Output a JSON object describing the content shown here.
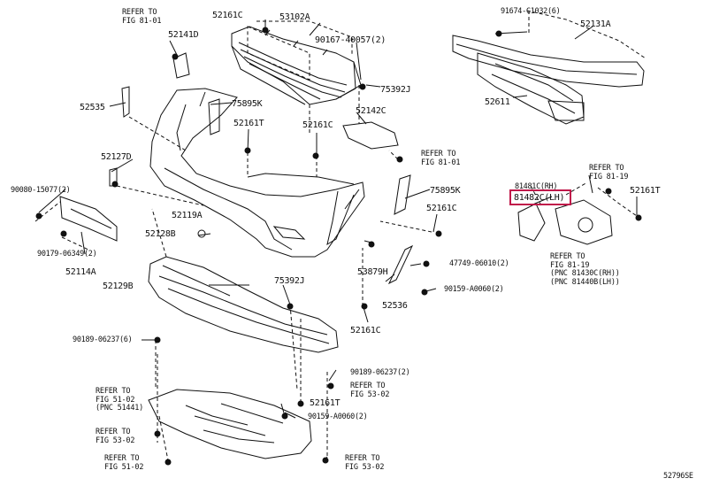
{
  "diagram_code": "52796SE",
  "highlight_color": "#c0184a",
  "ink_color": "#111111",
  "labels": {
    "p52161C_top": "52161C",
    "p53102A": "53102A",
    "p52141D": "52141D",
    "p90167": "90167-40057(2)",
    "p75392J_top": "75392J",
    "p91674": "91674-C1032(6)",
    "p52131A": "52131A",
    "p52611": "52611",
    "p52535": "52535",
    "p75895K_top": "75895K",
    "p52142C": "52142C",
    "p52161T_a": "52161T",
    "p52161C_mid": "52161C",
    "p52127D": "52127D",
    "p90080": "90080-15077(2)",
    "p52119A": "52119A",
    "p75895K_right": "75895K",
    "p52161C_right": "52161C",
    "p81481C_rh": "81481C(RH)",
    "p81482C_lh": "81482C(LH)",
    "p52161T_right": "52161T",
    "p52128B": "52128B",
    "p90179": "90179-06349(2)",
    "p52114A": "52114A",
    "p53879H": "53879H",
    "p47749": "47749-06010(2)",
    "p52129B": "52129B",
    "p75392J_mid": "75392J",
    "p52536": "52536",
    "p90159_a": "90159-A0060(2)",
    "p52161C_low": "52161C",
    "p90189_a": "90189-06237(6)",
    "p90189_b": "90189-06237(2)",
    "p52161T_low": "52161T",
    "p90159_b": "90159-A0060(2)"
  },
  "refs": {
    "fig81_01_top": [
      "REFER TO",
      "FIG 81-01"
    ],
    "fig81_01_mid": [
      "REFER TO",
      "FIG 81-01"
    ],
    "fig81_19_top": [
      "REFER TO",
      "FIG 81-19"
    ],
    "fig81_19_low": [
      "REFER TO",
      "FIG 81-19",
      "(PNC 81430C(RH))",
      "(PNC 81440B(LH))"
    ],
    "fig51_02_a": [
      "REFER TO",
      "FIG 51-02",
      "(PNC 51441)"
    ],
    "fig53_02_a": [
      "REFER TO",
      "FIG 53-02"
    ],
    "fig53_02_b": [
      "REFER TO",
      "FIG 53-02"
    ],
    "fig51_02_b": [
      "REFER TO",
      "FIG 51-02"
    ],
    "fig53_02_c": [
      "REFER TO",
      "FIG 53-02"
    ]
  }
}
